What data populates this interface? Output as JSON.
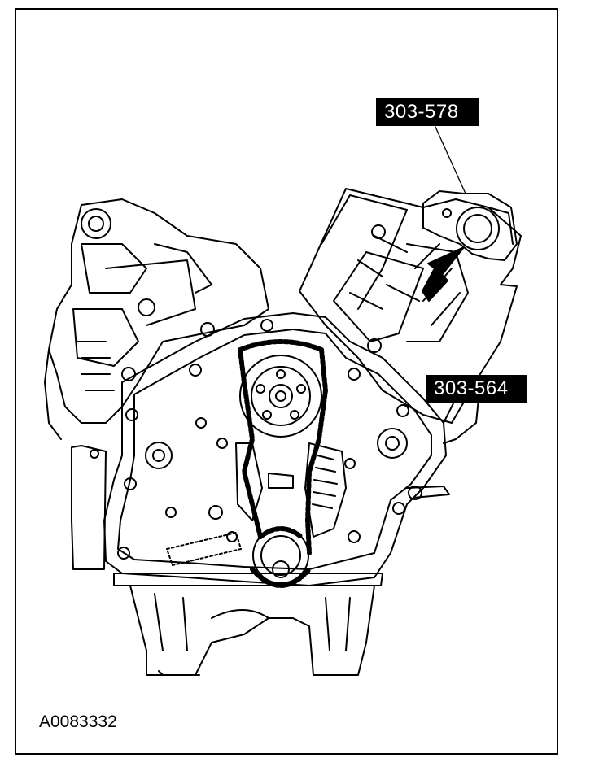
{
  "callouts": {
    "tool_578": "303-578",
    "tool_564": "303-564"
  },
  "figure_id": "A0083332",
  "colors": {
    "ink": "#000000",
    "paper": "#ffffff"
  }
}
